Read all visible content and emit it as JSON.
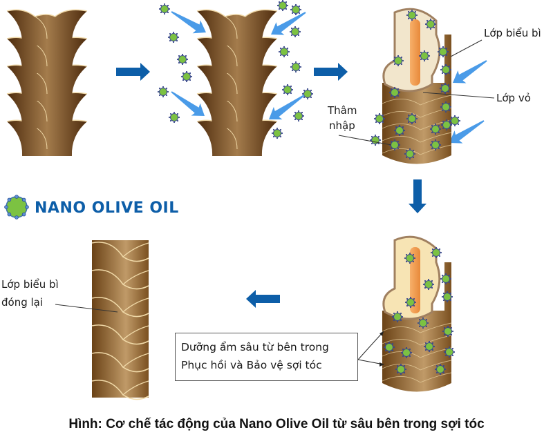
{
  "brand": {
    "name": "NANO OLIVE OIL",
    "icon": "nano-particle-icon",
    "color": "#0d5ea8"
  },
  "labels": {
    "cuticle_layer": "Lớp biểu bì",
    "cortex_layer": "Lớp vỏ",
    "penetration_line1": "Thâm",
    "penetration_line2": "nhập",
    "cuticle_closed_line1": "Lớp biểu bì",
    "cuticle_closed_line2": "đóng lại"
  },
  "callout": {
    "line1": "Dưỡng ẩm sâu từ bên trong",
    "line2": "Phục hồi và Bảo vệ sợi tóc"
  },
  "caption": "Hình: Cơ chế tác động của Nano Olive Oil từ sâu bên trong sợi tóc",
  "colors": {
    "flow_arrow": "#0d5ea8",
    "inject_arrow": "#4a9be8",
    "particle": "#7cc242",
    "particle_edge": "#3a4a8a",
    "hair_dark": "#5a3512",
    "hair_light": "#b38a5a",
    "cuticle_edge": "#f0d9a8",
    "cortex": "#f2e6cc",
    "medulla": "#f29a4a"
  },
  "steps": [
    {
      "name": "damaged-hair",
      "description": "open cuticle"
    },
    {
      "name": "particles-approach"
    },
    {
      "name": "penetration-cross-section"
    },
    {
      "name": "nourished-cross-section"
    },
    {
      "name": "restored-hair"
    }
  ]
}
